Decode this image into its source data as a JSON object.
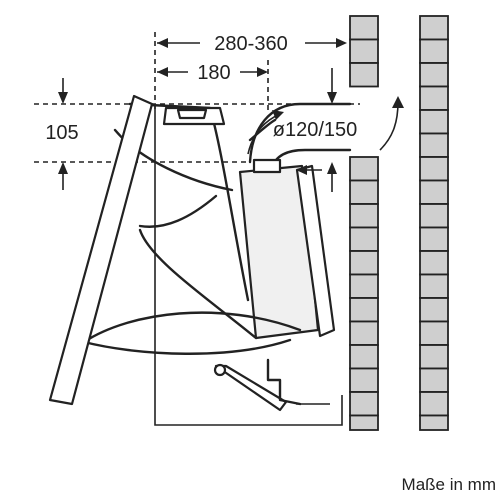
{
  "dimensions": {
    "total_depth": "280-360",
    "inner_depth": "180",
    "height_offset": "105",
    "duct_diameter": "ø120/150"
  },
  "caption": "Maße in mm",
  "colors": {
    "line": "#222222",
    "brick": "#cfcfcf",
    "background": "#ffffff"
  }
}
